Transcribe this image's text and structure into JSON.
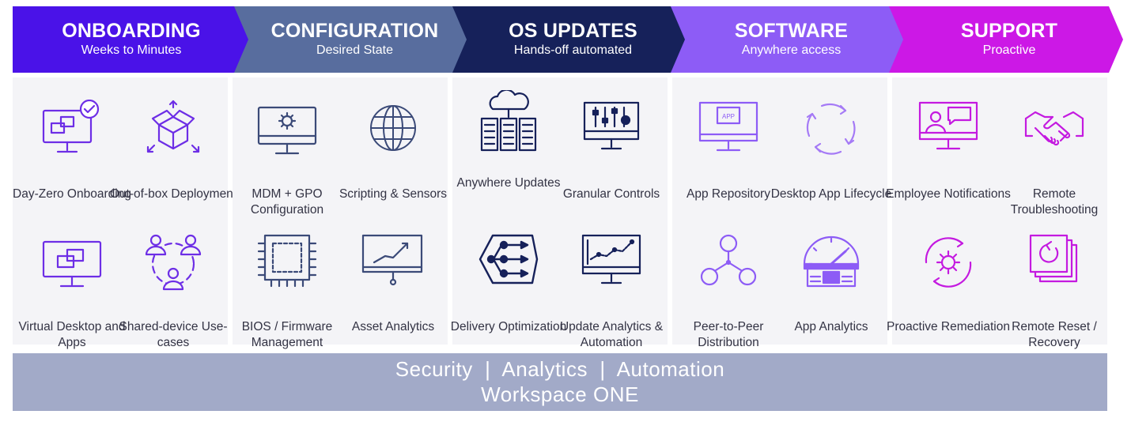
{
  "phases": [
    {
      "title": "ONBOARDING",
      "subtitle": "Weeks to Minutes",
      "color": "#4a12e8"
    },
    {
      "title": "CONFIGURATION",
      "subtitle": "Desired State",
      "color": "#586d9e"
    },
    {
      "title": "OS UPDATES",
      "subtitle": "Hands-off automated",
      "color": "#16215a"
    },
    {
      "title": "SOFTWARE",
      "subtitle": "Anywhere access",
      "color": "#8d5cf6"
    },
    {
      "title": "SUPPORT",
      "subtitle": "Proactive",
      "color": "#cc18e6"
    }
  ],
  "items": {
    "onboarding": [
      {
        "label": "Day-Zero Onboarding",
        "icon": "monitor-check-icon"
      },
      {
        "label": "Out-of-box Deployment",
        "icon": "box-deploy-icon"
      },
      {
        "label": "Virtual Desktop and Apps",
        "icon": "virtual-desktop-icon"
      },
      {
        "label": "Shared-device Use-cases",
        "icon": "shared-users-icon"
      }
    ],
    "configuration": [
      {
        "label": "MDM + GPO Configuration",
        "icon": "monitor-gear-icon"
      },
      {
        "label": "Scripting & Sensors",
        "icon": "globe-icon"
      },
      {
        "label": "BIOS / Firmware Management",
        "icon": "chip-icon"
      },
      {
        "label": "Asset Analytics",
        "icon": "presentation-chart-icon"
      }
    ],
    "os_updates": [
      {
        "label": "Anywhere Updates",
        "icon": "cloud-servers-icon"
      },
      {
        "label": "Granular Controls",
        "icon": "monitor-sliders-icon"
      },
      {
        "label": "Delivery Optimization",
        "icon": "distribution-hexagon-icon"
      },
      {
        "label": "Update Analytics & Automation",
        "icon": "monitor-line-chart-icon"
      }
    ],
    "software": [
      {
        "label": "App Repository",
        "icon": "monitor-app-icon"
      },
      {
        "label": "Desktop App Lifecycle",
        "icon": "cycle-arrows-icon"
      },
      {
        "label": "Peer-to-Peer Distribution",
        "icon": "peer-network-icon"
      },
      {
        "label": "App Analytics",
        "icon": "gauge-dashboard-icon"
      }
    ],
    "support": [
      {
        "label": "Employee Notifications",
        "icon": "monitor-chat-icon"
      },
      {
        "label": "Remote Troubleshooting",
        "icon": "handshake-icon"
      },
      {
        "label": "Proactive Remediation",
        "icon": "gear-cycle-icon"
      },
      {
        "label": "Remote Reset / Recovery",
        "icon": "stacked-reset-icon"
      }
    ]
  },
  "app_badge": "APP",
  "footer": {
    "line1": "Security  |  Analytics  |  Automation",
    "line2": "Workspace ONE"
  },
  "colors": {
    "panel_bg": "#f4f4f7",
    "footer_bg": "#a2aac8",
    "label_text": "#333344"
  }
}
